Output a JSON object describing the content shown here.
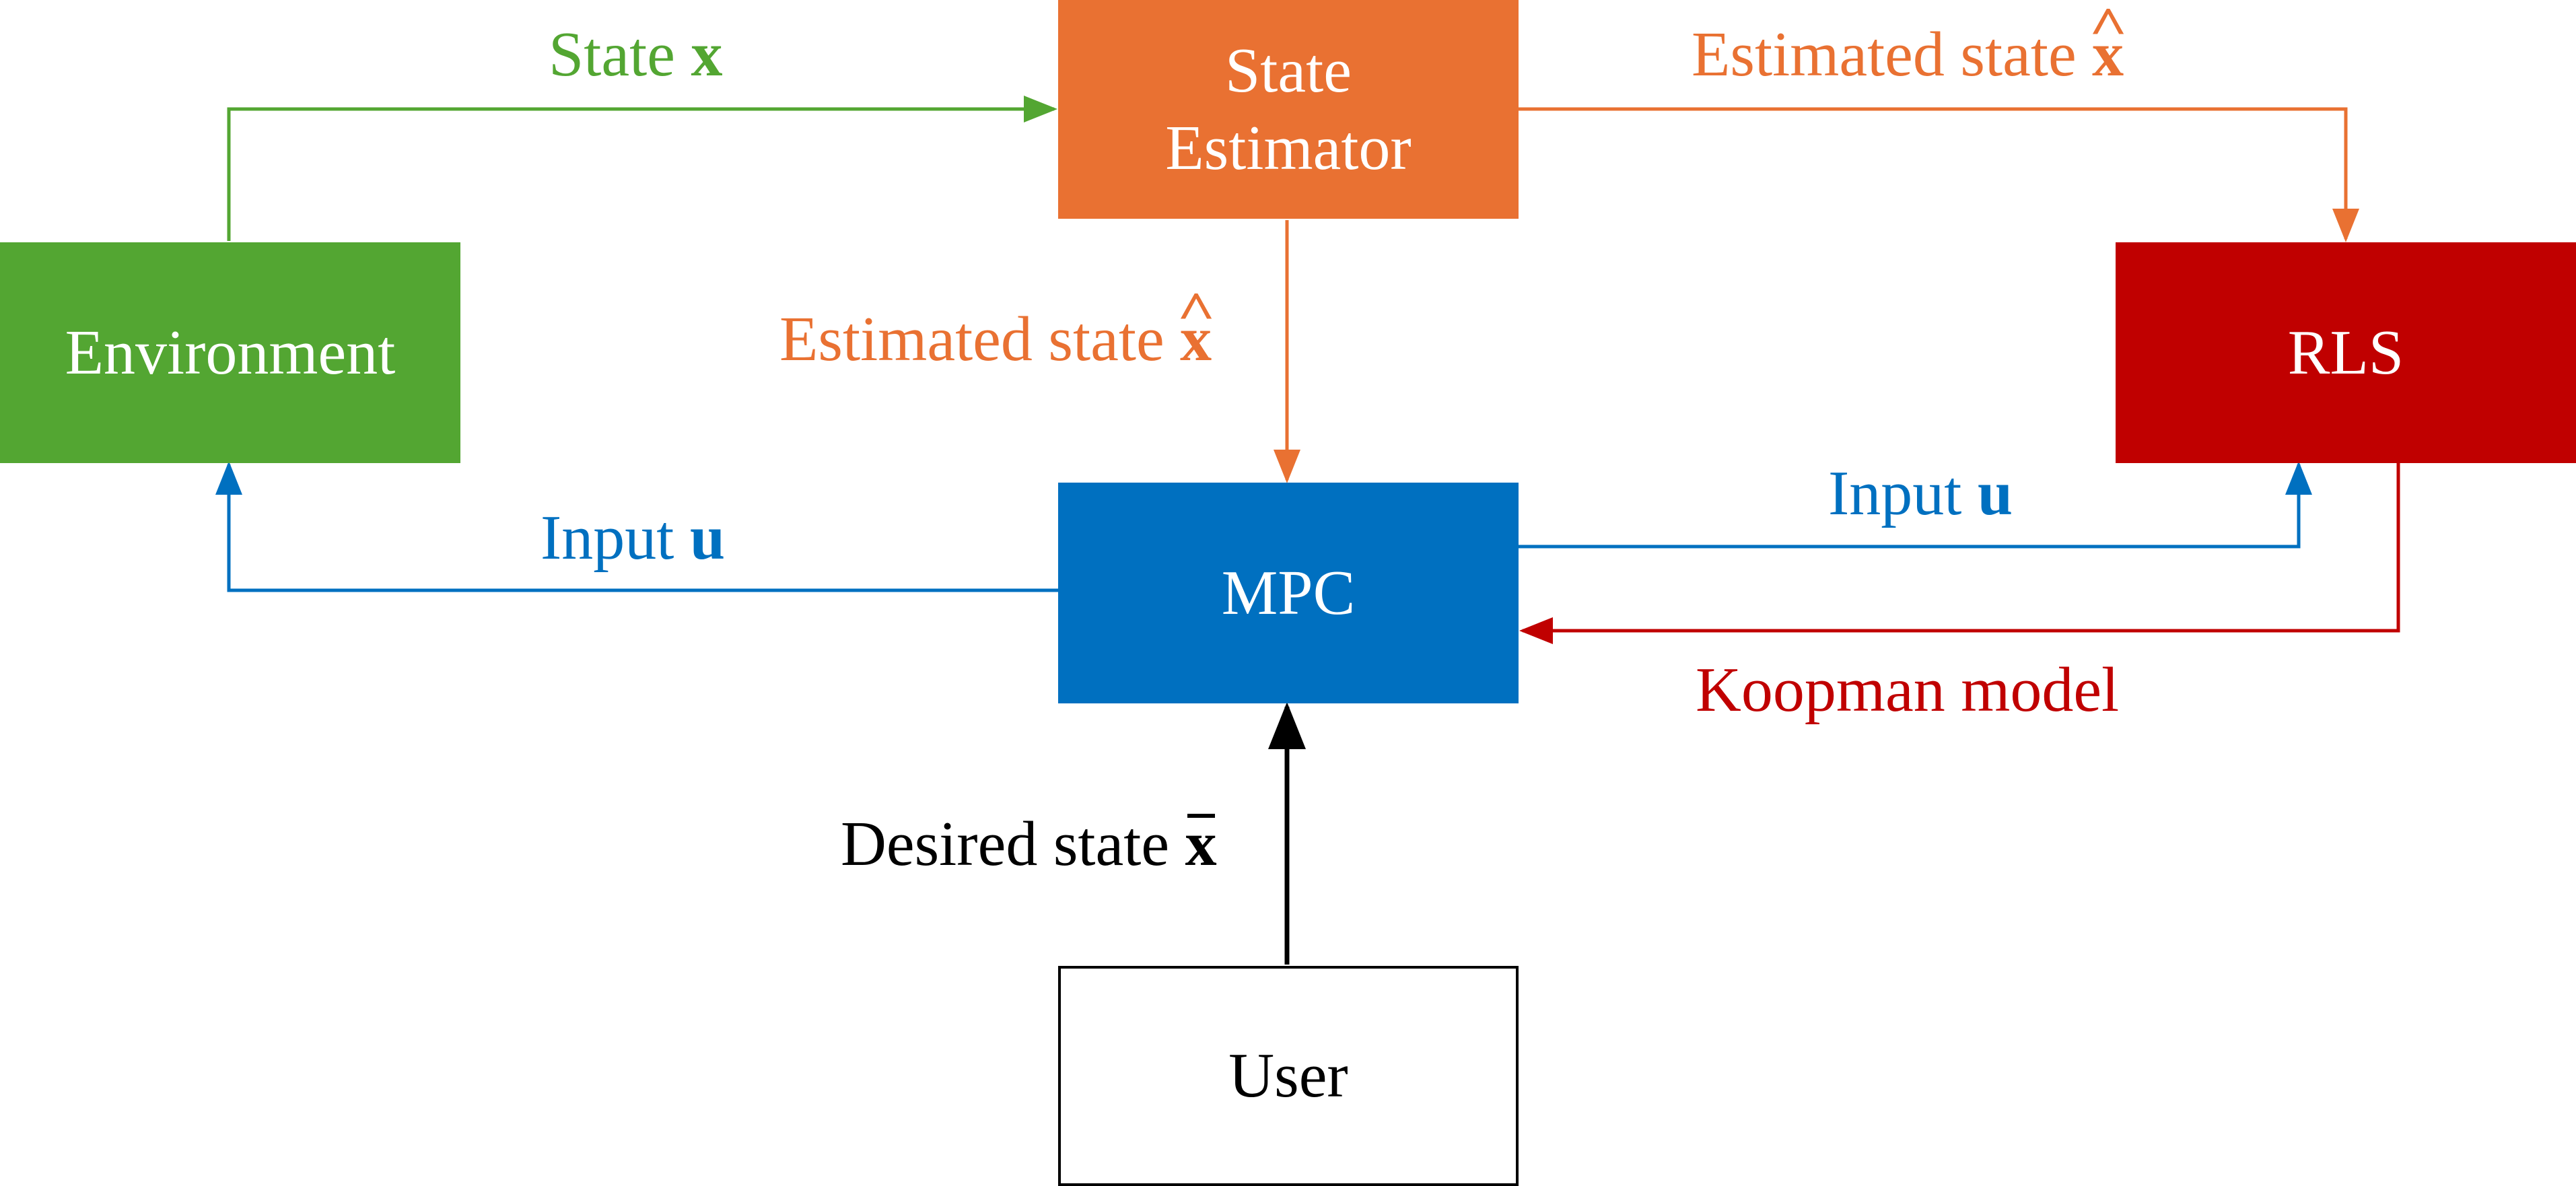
{
  "colors": {
    "environment": "#53a632",
    "state_estimator": "#e97132",
    "rls": "#c00000",
    "mpc": "#0070c0",
    "user_border": "#000000",
    "desired_line": "#000000"
  },
  "blocks": {
    "environment": {
      "line1": "Environment"
    },
    "state_estimator": {
      "line1": "State",
      "line2": "Estimator"
    },
    "rls": {
      "line1": "RLS"
    },
    "mpc": {
      "line1": "MPC"
    },
    "user": {
      "line1": "User"
    }
  },
  "labels": {
    "state_x": {
      "text": "State ",
      "symbol": "x"
    },
    "estimated_top": {
      "text": "Estimated state ",
      "symbol": "x"
    },
    "estimated_mid": {
      "text": "Estimated state ",
      "symbol": "x"
    },
    "input_left": {
      "text": "Input ",
      "symbol": "u"
    },
    "input_right": {
      "text": "Input ",
      "symbol": "u"
    },
    "koopman": {
      "text": "Koopman model"
    },
    "desired": {
      "text": "Desired state ",
      "symbol": "x"
    }
  }
}
